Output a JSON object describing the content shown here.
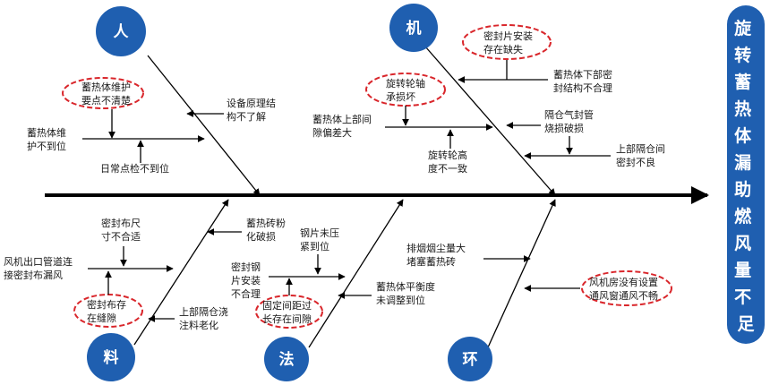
{
  "problem": [
    "旋",
    "转",
    "蓄",
    "热",
    "体",
    "漏",
    "助",
    "燃",
    "风",
    "量",
    "不",
    "足"
  ],
  "categories": {
    "person": "人",
    "machine": "机",
    "material": "料",
    "method": "法",
    "environment": "环"
  },
  "causes": {
    "person_training": [
      "蓄热体维护",
      "要点不清楚"
    ],
    "person_principle": [
      "设备原理结",
      "构不了解"
    ],
    "person_maintenance": [
      "蓄热体维",
      "护不到位"
    ],
    "person_inspection": "日常点检不到位",
    "machine_seal_missing": [
      "密封片安装",
      "存在缺失"
    ],
    "machine_lower_structure": [
      "蓄热体下部密",
      "封结构不合理"
    ],
    "machine_bearing": [
      "旋转轮轴",
      "承损坏"
    ],
    "machine_upper_gap": [
      "蓄热体上部间",
      "隙偏差大"
    ],
    "machine_partition_pipe": [
      "隔仓气封管",
      "烧损破损"
    ],
    "machine_height": [
      "旋转轮高",
      "度不一致"
    ],
    "machine_upper_partition": [
      "上部隔仓间",
      "密封不良"
    ],
    "material_seal_size": [
      "密封布尺",
      "寸不合适"
    ],
    "material_brick": [
      "蓄热砖粉",
      "化破损"
    ],
    "material_fan_leak": [
      "风机出口管道连",
      "接密封布漏风"
    ],
    "material_cloth_gap": [
      "密封布存",
      "在缝隙"
    ],
    "material_casting": [
      "上部隔仓浇",
      "注料老化"
    ],
    "method_steel_press": [
      "钢片未压",
      "紧到位"
    ],
    "method_seal_install": [
      "密封钢",
      "片安装",
      "不合理"
    ],
    "method_level": [
      "蓄热体平衡度",
      "未调整到位"
    ],
    "method_fixed_gap": [
      "固定间距过",
      "长存在间隙"
    ],
    "environment_dust": [
      "排烟烟尘量大",
      "堵塞蓄热砖"
    ],
    "environment_fan_room": [
      "风机房没有设置",
      "通风窗通风不畅"
    ]
  },
  "colors": {
    "category_fill": "#1f5fb0",
    "head_fill": "#1f5fb0",
    "arrow": "#000000",
    "highlight": "#d9262b"
  }
}
